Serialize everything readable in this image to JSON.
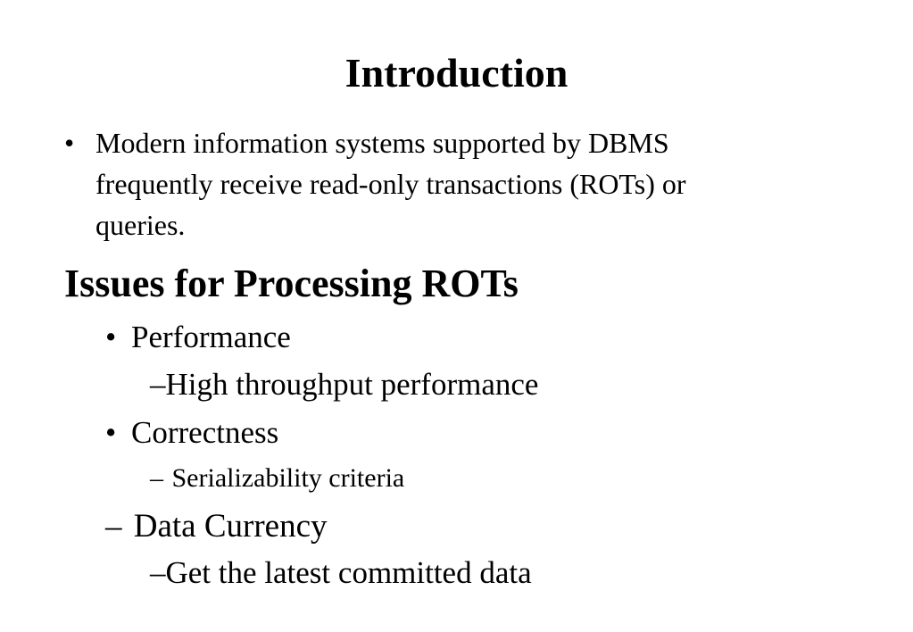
{
  "slide": {
    "title": "Introduction",
    "intro_bullet": {
      "marker": "•",
      "lines": [
        "Modern information systems supported by DBMS",
        "frequently receive read-only transactions (ROTs) or",
        "queries."
      ]
    },
    "section_heading": "Issues for Processing ROTs",
    "items": [
      {
        "marker": "•",
        "text": "Performance"
      },
      {
        "marker": "–",
        "text": "High throughput performance"
      },
      {
        "marker": "•",
        "text": "Correctness"
      },
      {
        "marker": "–",
        "text": "Serializability criteria"
      },
      {
        "marker": "–",
        "text": "Data Currency"
      },
      {
        "marker": "–",
        "text": "Get the latest committed data"
      }
    ]
  }
}
